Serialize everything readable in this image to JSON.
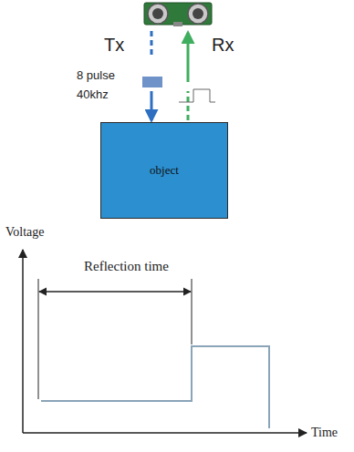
{
  "diagram": {
    "nodes": [
      {
        "text": [
          "object"
        ]
      }
    ],
    "labels": [
      "Tx",
      "Rx",
      "8 pulse",
      "40khz",
      "Voltage",
      "Reflection time",
      "Time"
    ]
  }
}
